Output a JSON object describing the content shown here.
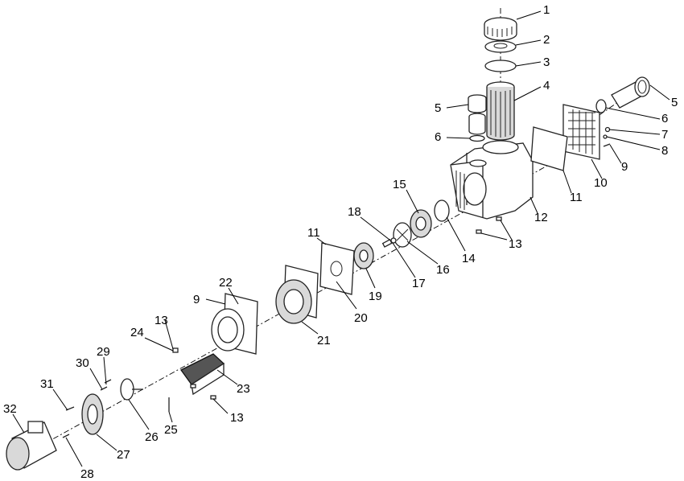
{
  "callouts": [
    {
      "id": "c1",
      "label": "1"
    },
    {
      "id": "c2",
      "label": "2"
    },
    {
      "id": "c3",
      "label": "3"
    },
    {
      "id": "c4",
      "label": "4"
    },
    {
      "id": "c5a",
      "label": "5"
    },
    {
      "id": "c5b",
      "label": "5"
    },
    {
      "id": "c6a",
      "label": "6"
    },
    {
      "id": "c6b",
      "label": "6"
    },
    {
      "id": "c7",
      "label": "7"
    },
    {
      "id": "c8",
      "label": "8"
    },
    {
      "id": "c9a",
      "label": "9"
    },
    {
      "id": "c9b",
      "label": "9"
    },
    {
      "id": "c10",
      "label": "10"
    },
    {
      "id": "c11a",
      "label": "11"
    },
    {
      "id": "c11b",
      "label": "11"
    },
    {
      "id": "c12",
      "label": "12"
    },
    {
      "id": "c13a",
      "label": "13"
    },
    {
      "id": "c13b",
      "label": "13"
    },
    {
      "id": "c13c",
      "label": "13"
    },
    {
      "id": "c14",
      "label": "14"
    },
    {
      "id": "c15",
      "label": "15"
    },
    {
      "id": "c16",
      "label": "16"
    },
    {
      "id": "c17",
      "label": "17"
    },
    {
      "id": "c18",
      "label": "18"
    },
    {
      "id": "c19",
      "label": "19"
    },
    {
      "id": "c20",
      "label": "20"
    },
    {
      "id": "c21",
      "label": "21"
    },
    {
      "id": "c22",
      "label": "22"
    },
    {
      "id": "c23",
      "label": "23"
    },
    {
      "id": "c24",
      "label": "24"
    },
    {
      "id": "c25",
      "label": "25"
    },
    {
      "id": "c26",
      "label": "26"
    },
    {
      "id": "c27",
      "label": "27"
    },
    {
      "id": "c28",
      "label": "28"
    },
    {
      "id": "c29",
      "label": "29"
    },
    {
      "id": "c30",
      "label": "30"
    },
    {
      "id": "c31",
      "label": "31"
    },
    {
      "id": "c32",
      "label": "32"
    }
  ]
}
